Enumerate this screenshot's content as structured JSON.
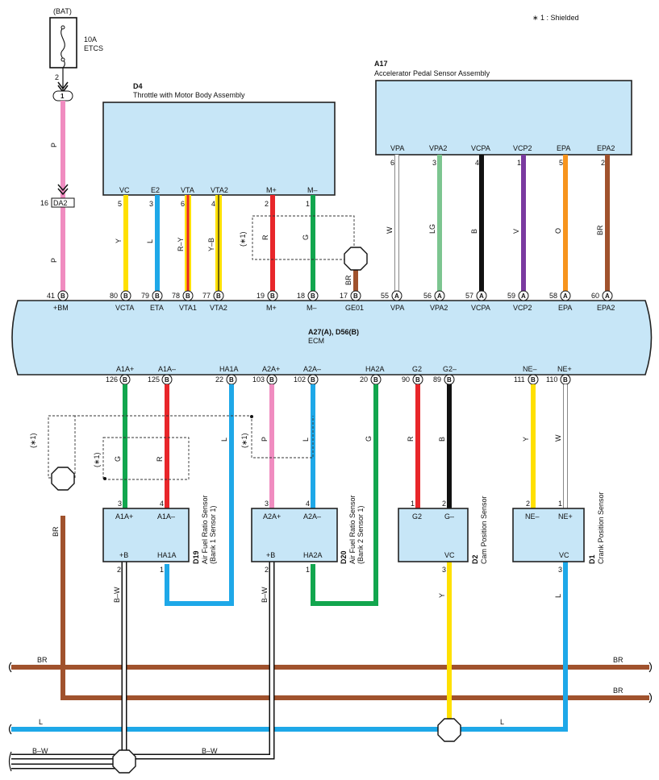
{
  "legend": "∗ 1 : Shielded",
  "bat": {
    "label": "(BAT)",
    "fuse_rating": "10A",
    "fuse_name": "ETCS",
    "out_pin": "2",
    "junction_pin": "1",
    "wire_color": "P"
  },
  "da2": {
    "label": "DA2",
    "pin": "16"
  },
  "d4": {
    "code": "D4",
    "name": "Throttle with Motor Body Assembly",
    "pins": [
      {
        "label": "VC",
        "pin": "5",
        "wire": "Y"
      },
      {
        "label": "E2",
        "pin": "3",
        "wire": "L"
      },
      {
        "label": "VTA",
        "pin": "6",
        "wire": "R–Y"
      },
      {
        "label": "VTA2",
        "pin": "4",
        "wire": "Y–B"
      },
      {
        "label": "M+",
        "pin": "2",
        "wire": "R"
      },
      {
        "label": "M–",
        "pin": "1",
        "wire": "G"
      }
    ]
  },
  "a17": {
    "code": "A17",
    "name": "Accelerator Pedal Sensor Assembly",
    "pins": [
      {
        "label": "VPA",
        "pin": "6",
        "wire": "W"
      },
      {
        "label": "VPA2",
        "pin": "3",
        "wire": "LG"
      },
      {
        "label": "VCPA",
        "pin": "4",
        "wire": "B"
      },
      {
        "label": "VCP2",
        "pin": "1",
        "wire": "V"
      },
      {
        "label": "EPA",
        "pin": "5",
        "wire": "O"
      },
      {
        "label": "EPA2",
        "pin": "2",
        "wire": "BR"
      }
    ]
  },
  "shield": "(∗1)",
  "ge01_wire": "BR",
  "ecm": {
    "code": "A27(A), D56(B)",
    "name": "ECM",
    "top_pins": [
      {
        "label": "+BM",
        "num": "41",
        "conn": "B"
      },
      {
        "label": "VCTA",
        "num": "80",
        "conn": "B"
      },
      {
        "label": "ETA",
        "num": "79",
        "conn": "B"
      },
      {
        "label": "VTA1",
        "num": "78",
        "conn": "B"
      },
      {
        "label": "VTA2",
        "num": "77",
        "conn": "B"
      },
      {
        "label": "M+",
        "num": "19",
        "conn": "B"
      },
      {
        "label": "M–",
        "num": "18",
        "conn": "B"
      },
      {
        "label": "GE01",
        "num": "17",
        "conn": "B"
      },
      {
        "label": "VPA",
        "num": "55",
        "conn": "A"
      },
      {
        "label": "VPA2",
        "num": "56",
        "conn": "A"
      },
      {
        "label": "VCPA",
        "num": "57",
        "conn": "A"
      },
      {
        "label": "VCP2",
        "num": "59",
        "conn": "A"
      },
      {
        "label": "EPA",
        "num": "58",
        "conn": "A"
      },
      {
        "label": "EPA2",
        "num": "60",
        "conn": "A"
      }
    ],
    "bottom_pins": [
      {
        "label": "A1A+",
        "num": "126",
        "conn": "B",
        "wire": "G"
      },
      {
        "label": "A1A–",
        "num": "125",
        "conn": "B",
        "wire": "R"
      },
      {
        "label": "HA1A",
        "num": "22",
        "conn": "B",
        "wire": "L"
      },
      {
        "label": "A2A+",
        "num": "103",
        "conn": "B",
        "wire": "P"
      },
      {
        "label": "A2A–",
        "num": "102",
        "conn": "B",
        "wire": "L"
      },
      {
        "label": "HA2A",
        "num": "20",
        "conn": "B",
        "wire": "G"
      },
      {
        "label": "G2",
        "num": "90",
        "conn": "B",
        "wire": "R"
      },
      {
        "label": "G2–",
        "num": "89",
        "conn": "B",
        "wire": "B"
      },
      {
        "label": "NE–",
        "num": "111",
        "conn": "B",
        "wire": "Y"
      },
      {
        "label": "NE+",
        "num": "110",
        "conn": "B",
        "wire": "W"
      }
    ]
  },
  "d19": {
    "code": "D19",
    "name": "Air Fuel Ratio Sensor",
    "sub": "(Bank 1 Sensor 1)",
    "top": [
      {
        "label": "A1A+",
        "pin": "3"
      },
      {
        "label": "A1A–",
        "pin": "4"
      }
    ],
    "bottom": [
      {
        "label": "+B",
        "pin": "2",
        "wire": "B–W"
      },
      {
        "label": "HA1A",
        "pin": "1"
      }
    ]
  },
  "d20": {
    "code": "D20",
    "name": "Air Fuel Ratio Sensor",
    "sub": "(Bank 2 Sensor 1)",
    "top": [
      {
        "label": "A2A+",
        "pin": "3"
      },
      {
        "label": "A2A–",
        "pin": "4"
      }
    ],
    "bottom": [
      {
        "label": "+B",
        "pin": "2",
        "wire": "B–W"
      },
      {
        "label": "HA2A",
        "pin": "1"
      }
    ]
  },
  "d2": {
    "code": "D2",
    "name": "Cam Position Sensor",
    "top": [
      {
        "label": "G2",
        "pin": "1"
      },
      {
        "label": "G–",
        "pin": "2"
      }
    ],
    "bottom": [
      {
        "label": "VC",
        "pin": "3",
        "wire": "Y"
      }
    ]
  },
  "d1": {
    "code": "D1",
    "name": "Crank Position Sensor",
    "top": [
      {
        "label": "NE–",
        "pin": "2"
      },
      {
        "label": "NE+",
        "pin": "1"
      }
    ],
    "bottom": [
      {
        "label": "VC",
        "pin": "3",
        "wire": "L"
      }
    ]
  },
  "ground_wire": "BR",
  "buses": {
    "br_top_left": "BR",
    "br_top_right": "BR",
    "br_mid_right": "BR",
    "l_left": "L",
    "l_right": "L",
    "bw_left": "B–W",
    "bw_mid": "B–W"
  },
  "colors": {
    "P": "#f08cc0",
    "Y": "#ffe000",
    "L": "#1ea8e8",
    "R": "#e8262a",
    "G": "#12a64e",
    "B": "#111111",
    "W": "#ffffff",
    "LG": "#7cc590",
    "V": "#7a3aa0",
    "O": "#f7941d",
    "BR": "#a0522d",
    "box": "#c7e6f7"
  }
}
